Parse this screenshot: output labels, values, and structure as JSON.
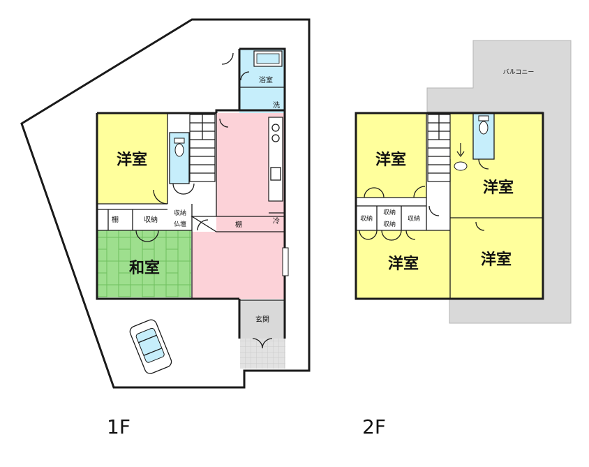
{
  "floor1": {
    "label": "1F",
    "rooms": {
      "western": "洋室",
      "japanese": "和室",
      "bath": "浴室",
      "wash": "洗",
      "shelf1": "棚",
      "storage1": "収納",
      "storage2": "収納",
      "altar": "仏壇",
      "shelf2": "棚",
      "fridge": "冷",
      "entrance": "玄関"
    }
  },
  "floor2": {
    "label": "2F",
    "rooms": {
      "balcony": "バルコニー",
      "western_nw": "洋室",
      "western_ne": "洋室",
      "western_sw": "洋室",
      "western_se": "洋室",
      "storage_a": "収納",
      "storage_b": "収納",
      "storage_c": "収納",
      "storage_d": "収納"
    }
  },
  "colors": {
    "western": "#ffff9c",
    "japanese": "#9edf8e",
    "ldk": "#fcd2d8",
    "bath": "#c6eefb",
    "balcony": "#d9d9d9",
    "entrance": "#d9d9d9"
  },
  "icons": [
    "car-icon",
    "stairs-icon",
    "toilet-icon",
    "kitchen-counter-icon",
    "door-icon"
  ]
}
